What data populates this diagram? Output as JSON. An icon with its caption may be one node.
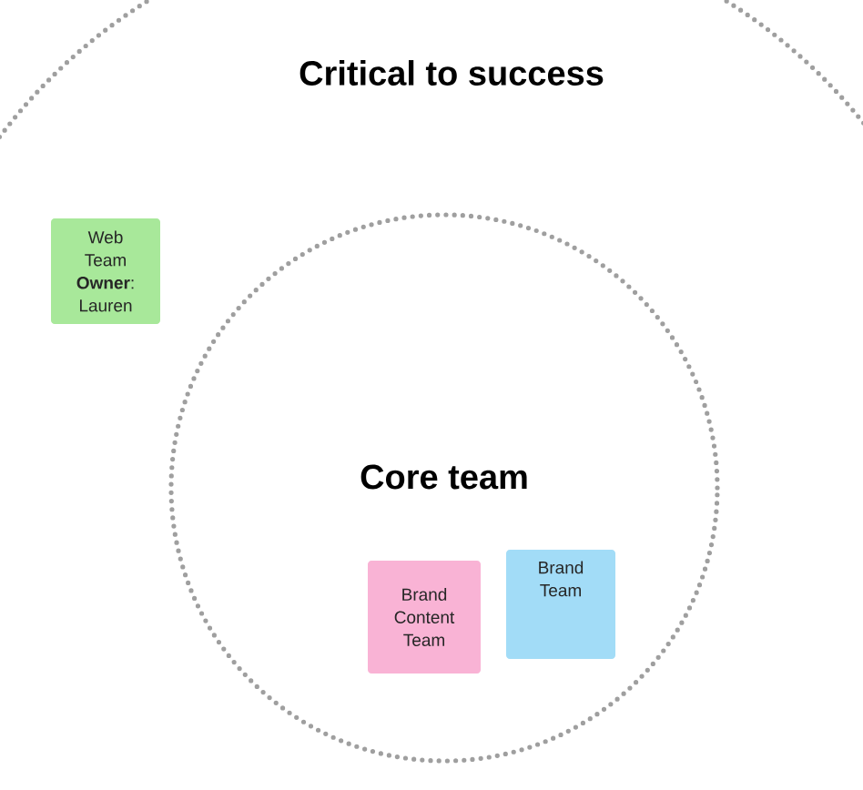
{
  "diagram": {
    "nodes": [
      {
        "text": [
          "Critical to success"
        ]
      },
      {
        "text": [
          "Core team"
        ],
        "in": 0
      },
      {
        "text": [
          "Web Team **Owner**: Lauren"
        ],
        "in": 0
      },
      {
        "text": [
          "Brand Content Team"
        ],
        "in": 1
      },
      {
        "text": [
          "Brand Team"
        ],
        "in": 1
      }
    ]
  }
}
